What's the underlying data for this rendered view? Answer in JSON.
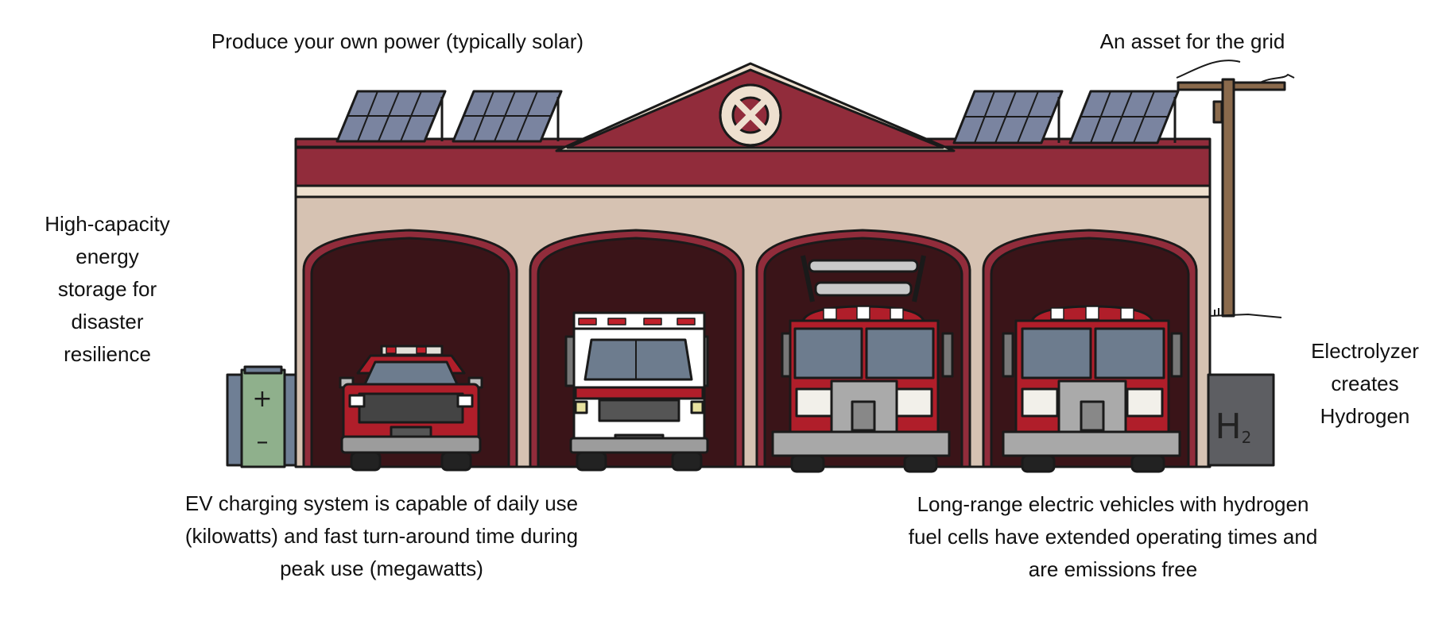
{
  "labels": {
    "solar": "Produce your own power (typically solar)",
    "grid": "An asset for the grid",
    "storage": [
      "High-capacity",
      "energy",
      "storage for",
      "disaster",
      "resilience"
    ],
    "electrolyzer": [
      "Electrolyzer",
      "creates",
      "Hydrogen"
    ],
    "ev_charging": [
      "EV charging system is capable of daily use",
      "(kilowatts) and fast turn-around time during",
      "peak use (megawatts)"
    ],
    "hydrogen_vehicles": [
      "Long-range electric vehicles with hydrogen",
      "fuel cells have extended operating times and",
      "are emissions free"
    ]
  },
  "battery": {
    "plus": "+",
    "minus": "–"
  },
  "hydrogen_tank": {
    "symbol": "H",
    "subscript": "2"
  },
  "colors": {
    "roof_red": "#912c3b",
    "wall_beige": "#d6c2b2",
    "trim_cream": "#eee0cf",
    "bay_dark": "#3a1418",
    "solar_panel": "#7a84a0",
    "battery_green": "#8fb08c",
    "battery_slate": "#6f7f95",
    "tank_gray": "#5d5e62",
    "pole_brown": "#8a6a4c",
    "truck_red": "#b01e2a"
  },
  "icons": {
    "emblem": "maltese-cross-icon",
    "battery": "battery-icon",
    "tank": "hydrogen-tank-icon",
    "pole": "utility-pole-icon"
  }
}
